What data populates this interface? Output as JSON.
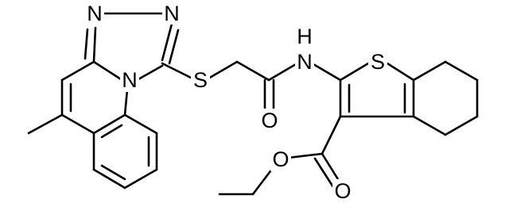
{
  "molecule": {
    "labels": {
      "n_triazole_top_left": "N",
      "n_triazole_top_right": "N",
      "n_bridgehead": "N",
      "s_thioether": "S",
      "nh_amide": "N",
      "nh_amide_h": "H",
      "o_amide": "O",
      "s_thiophene": "S",
      "o_ester_single": "O",
      "o_ester_carbonyl": "O"
    },
    "colors": {
      "bond": "#000000",
      "background": "#ffffff"
    }
  }
}
